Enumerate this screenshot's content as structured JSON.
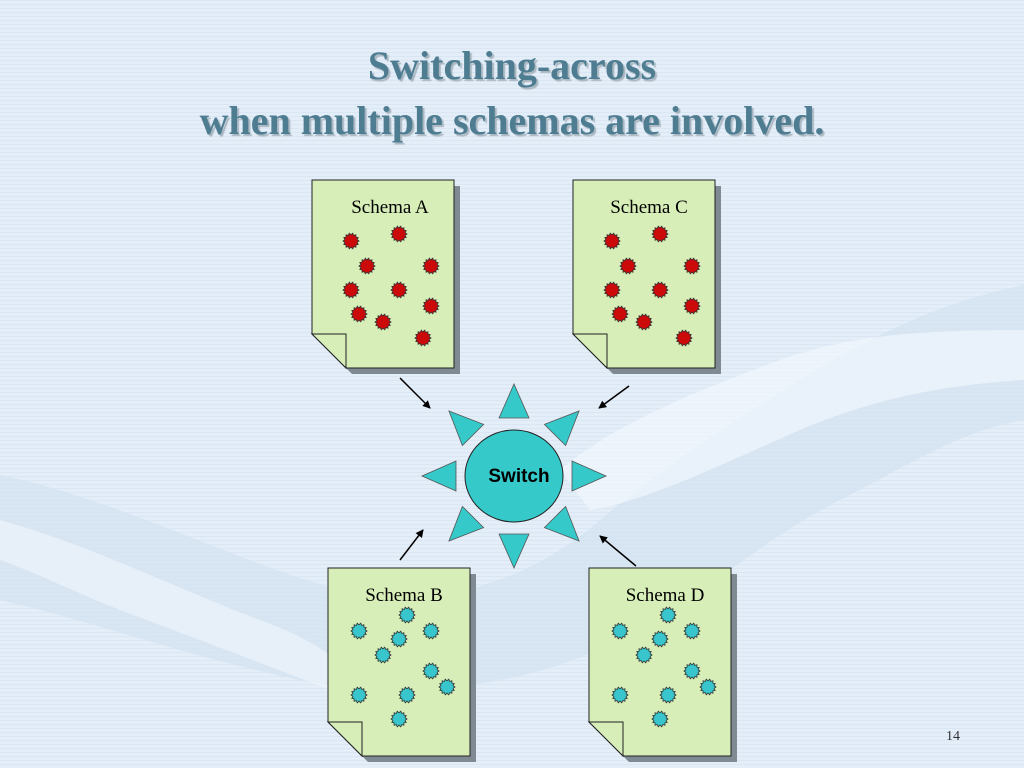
{
  "slide": {
    "title_line1": "Switching-across",
    "title_line2": "when multiple schemas are involved.",
    "page_number": "14"
  },
  "switch": {
    "label": "Switch",
    "color": "#36c9c9"
  },
  "schemas": [
    {
      "id": "a",
      "label": "Schema A",
      "dot_color": "#cc0a0a"
    },
    {
      "id": "c",
      "label": "Schema C",
      "dot_color": "#cc0a0a"
    },
    {
      "id": "b",
      "label": "Schema B",
      "dot_color": "#38c6cc"
    },
    {
      "id": "d",
      "label": "Schema D",
      "dot_color": "#38c6cc"
    }
  ]
}
